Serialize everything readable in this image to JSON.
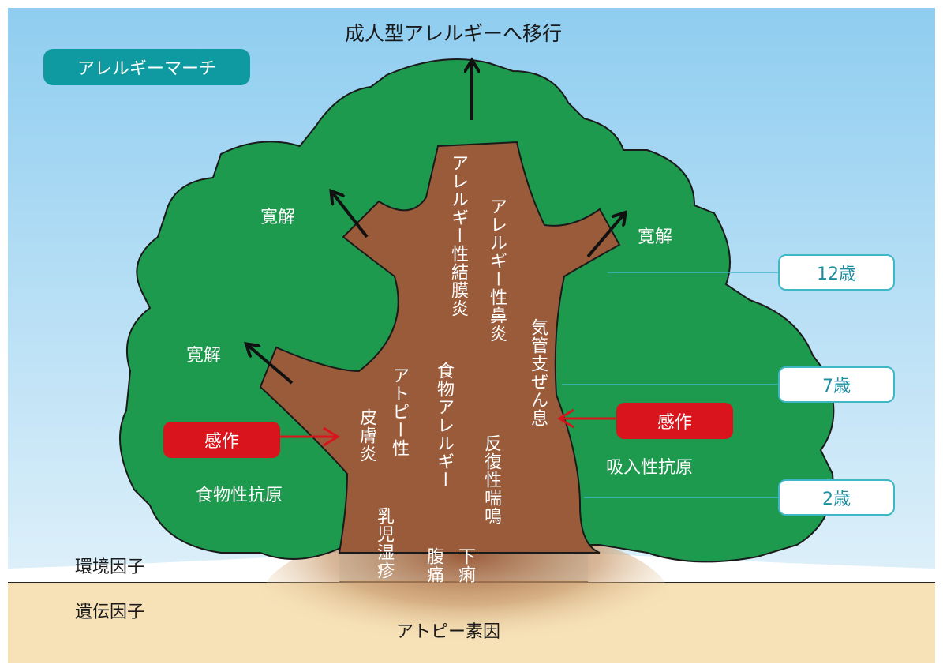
{
  "title_badge": "アレルギーマーチ",
  "top_label": "成人型アレルギーへ移行",
  "remission_labels": [
    "寛解",
    "寛解",
    "寛解"
  ],
  "age_labels": [
    "12歳",
    "7歳",
    "2歳"
  ],
  "sensitization_labels": [
    "感作",
    "感作"
  ],
  "antigen_labels": {
    "food": "食物性抗原",
    "inhaled": "吸入性抗原"
  },
  "factor_labels": {
    "environment": "環境因子",
    "genetic": "遺伝因子"
  },
  "bottom_label": "アトピー素因",
  "trunk_labels": {
    "conjunctivitis": "アレルギー性結膜炎",
    "rhinitis": "アレルギー性鼻炎",
    "asthma": "気管支ぜん息",
    "atopic_dermatitis_1": "アトピー性",
    "atopic_dermatitis_2": "皮膚炎",
    "food_allergy": "食物アレルギー",
    "wheezing": "反復性喘鳴",
    "infant_eczema": "乳児湿疹",
    "abdominal_pain": "腹痛",
    "diarrhea": "下痢"
  },
  "colors": {
    "sky_top": "#8fcdf0",
    "sky_bottom": "#e9f5fb",
    "ground": "#f7e2b8",
    "foliage": "#1e9a4f",
    "trunk": "#9a5b3a",
    "badge": "#0e9aa0",
    "age_border": "#3fb8c5",
    "sensitization": "#d9141c",
    "arrow": "#111111"
  }
}
